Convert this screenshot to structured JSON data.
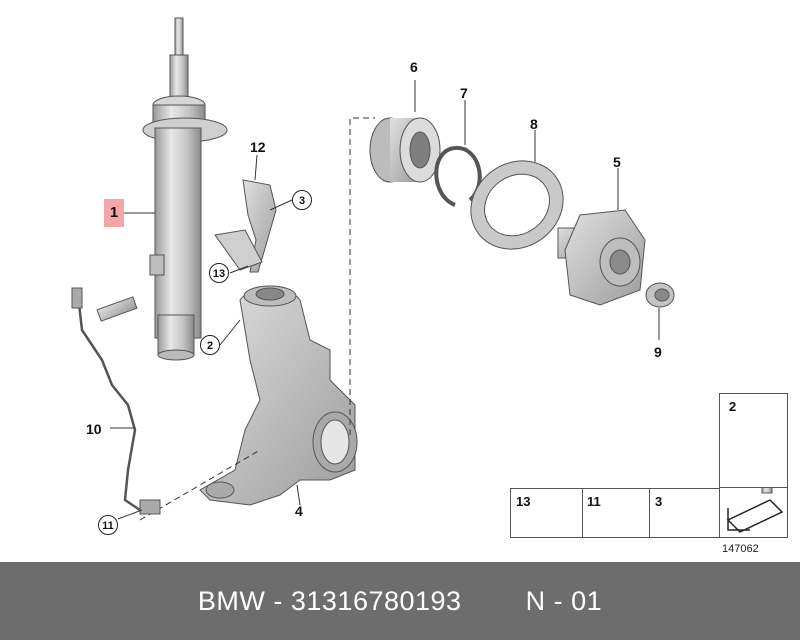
{
  "callouts": {
    "c1": "1",
    "c2": "2",
    "c3": "3",
    "c4": "4",
    "c5": "5",
    "c6": "6",
    "c7": "7",
    "c8": "8",
    "c9": "9",
    "c10": "10",
    "c11": "11",
    "c12": "12",
    "c13": "13"
  },
  "legend": {
    "b13": "13",
    "b11": "11",
    "b3": "3",
    "b2": "2"
  },
  "reference": "147062",
  "footer": {
    "brand": "BMW",
    "sep1": " - ",
    "part_number": "31316780193",
    "gap": "        ",
    "variant": "N - 01"
  }
}
